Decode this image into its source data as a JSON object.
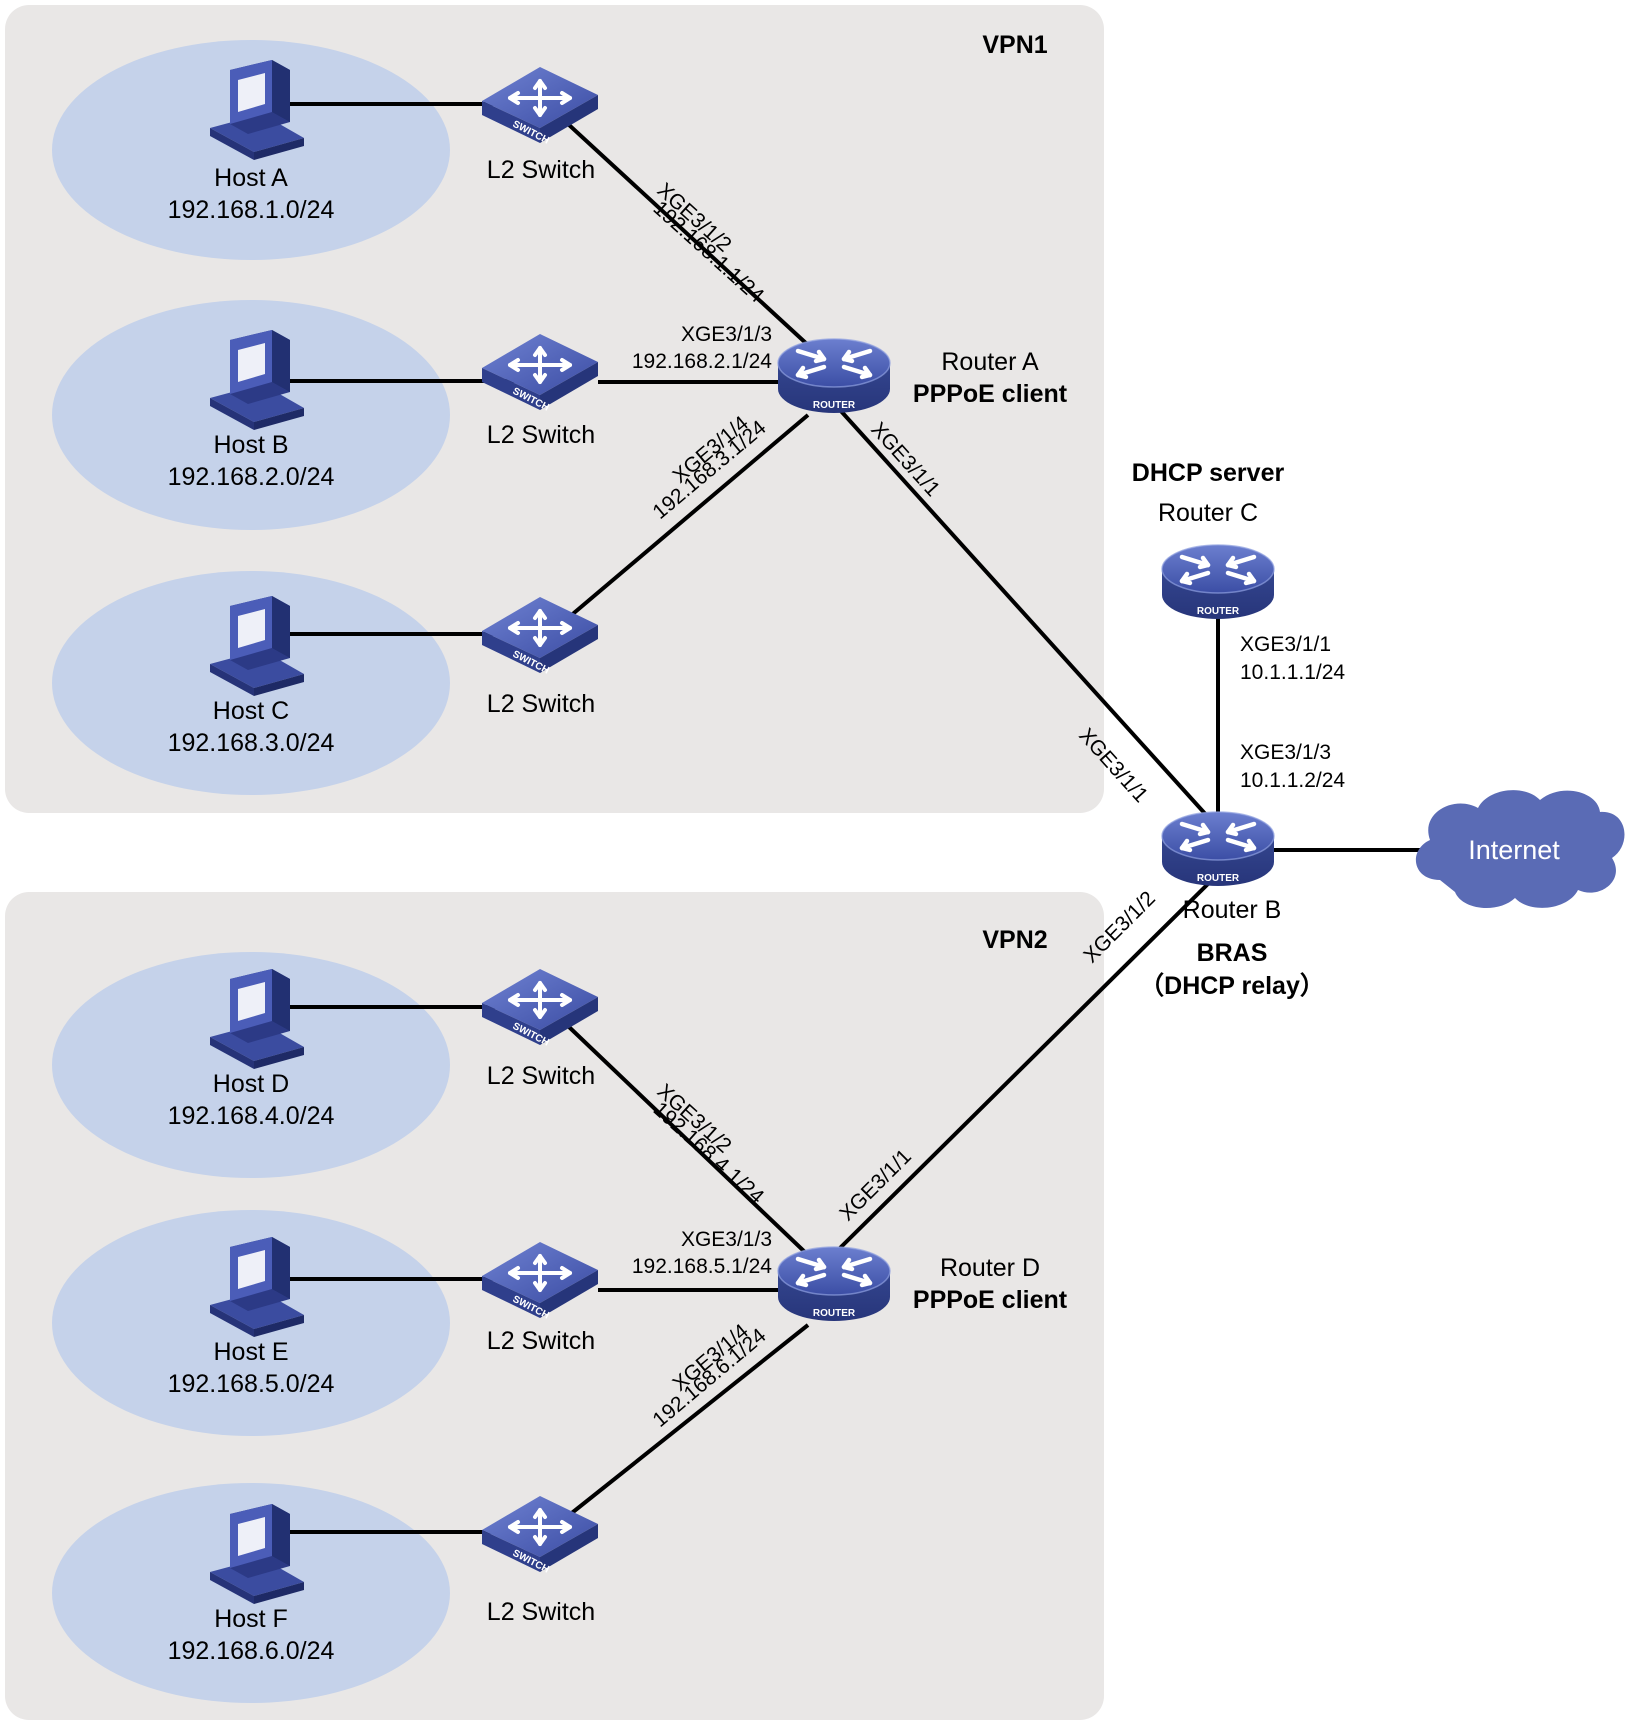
{
  "vpn1": {
    "title": "VPN1"
  },
  "vpn2": {
    "title": "VPN2"
  },
  "hosts": [
    {
      "name": "Host A",
      "subnet": "192.168.1.0/24"
    },
    {
      "name": "Host B",
      "subnet": "192.168.2.0/24"
    },
    {
      "name": "Host C",
      "subnet": "192.168.3.0/24"
    },
    {
      "name": "Host D",
      "subnet": "192.168.4.0/24"
    },
    {
      "name": "Host E",
      "subnet": "192.168.5.0/24"
    },
    {
      "name": "Host F",
      "subnet": "192.168.6.0/24"
    }
  ],
  "switch_label": "L2 Switch",
  "switch_badge": "SWITCH",
  "router_badge": "ROUTER",
  "router_a": {
    "name": "Router A",
    "role": "PPPoE client",
    "ports": {
      "p2": "XGE3/1/2",
      "p2_ip": "192.168.1.1/24",
      "p3": "XGE3/1/3",
      "p3_ip": "192.168.2.1/24",
      "p4": "XGE3/1/4",
      "p4_ip": "192.168.3.1/24",
      "p1": "XGE3/1/1"
    }
  },
  "router_d": {
    "name": "Router D",
    "role": "PPPoE client",
    "ports": {
      "p2": "XGE3/1/2",
      "p2_ip": "192.168.4.1/24",
      "p3": "XGE3/1/3",
      "p3_ip": "192.168.5.1/24",
      "p4": "XGE3/1/4",
      "p4_ip": "192.168.6.1/24",
      "p1": "XGE3/1/1"
    }
  },
  "router_b": {
    "name": "Router B",
    "role": "BRAS",
    "role2": "（DHCP relay）",
    "ports": {
      "p1": "XGE3/1/1",
      "p2": "XGE3/1/2",
      "p3": "XGE3/1/3",
      "p3_ip": "10.1.1.2/24"
    }
  },
  "router_c": {
    "role": "DHCP server",
    "name": "Router C",
    "ports": {
      "p1": "XGE3/1/1",
      "p1_ip": "10.1.1.1/24"
    }
  },
  "internet": {
    "label": "Internet"
  },
  "colors": {
    "region_bg": "#e9e7e6",
    "host_ellipse": "#c5d2ea",
    "device_blue": "#3d4fa6",
    "cloud_blue": "#5a6bb5"
  }
}
